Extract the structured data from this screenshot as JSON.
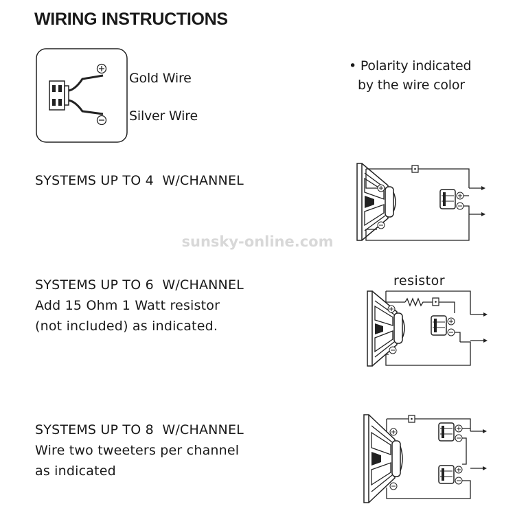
{
  "title": "WIRING INSTRUCTIONS",
  "wire_box": {
    "positive_label": "Gold Wire",
    "negative_label": "Silver Wire"
  },
  "polarity_note": {
    "line1": "• Polarity indicated",
    "line2": "by the wire color"
  },
  "watermark": "sunsky-online.com",
  "sections": [
    {
      "heading": "SYSTEMS UP TO 4  W/CHANNEL",
      "lines": []
    },
    {
      "heading": "SYSTEMS UP TO 6  W/CHANNEL",
      "lines": [
        "Add 15 Ohm 1 Watt resistor",
        "(not included) as indicated."
      ]
    },
    {
      "heading": "SYSTEMS UP TO 8  W/CHANNEL",
      "lines": [
        "Wire two tweeters per channel",
        "as indicated"
      ]
    }
  ],
  "resistor_label": "resistor",
  "icons": [
    "plus-terminal-icon",
    "minus-terminal-icon",
    "woofer-icon",
    "tweeter-icon",
    "capacitor-icon",
    "resistor-icon",
    "arrow-right-icon"
  ]
}
